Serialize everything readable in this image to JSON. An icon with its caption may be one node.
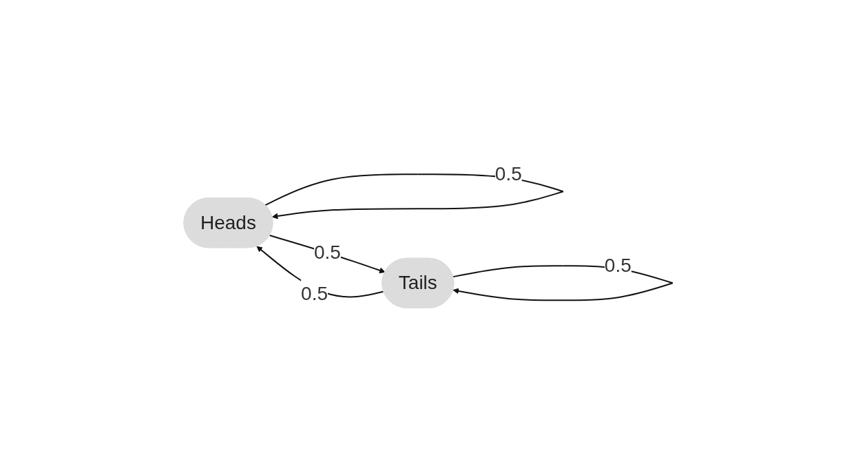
{
  "diagram": {
    "nodes": [
      {
        "text": [
          "Heads"
        ]
      },
      {
        "text": [
          "Tails"
        ]
      }
    ],
    "edges": [
      {
        "from": 0,
        "to": 0,
        "arrow": "to",
        "label": "0.5"
      },
      {
        "from": 0,
        "to": 1,
        "arrow": "to",
        "label": "0.5"
      },
      {
        "from": 1,
        "to": 0,
        "arrow": "to",
        "label": "0.5"
      },
      {
        "from": 1,
        "to": 1,
        "arrow": "to",
        "label": "0.5"
      }
    ]
  }
}
